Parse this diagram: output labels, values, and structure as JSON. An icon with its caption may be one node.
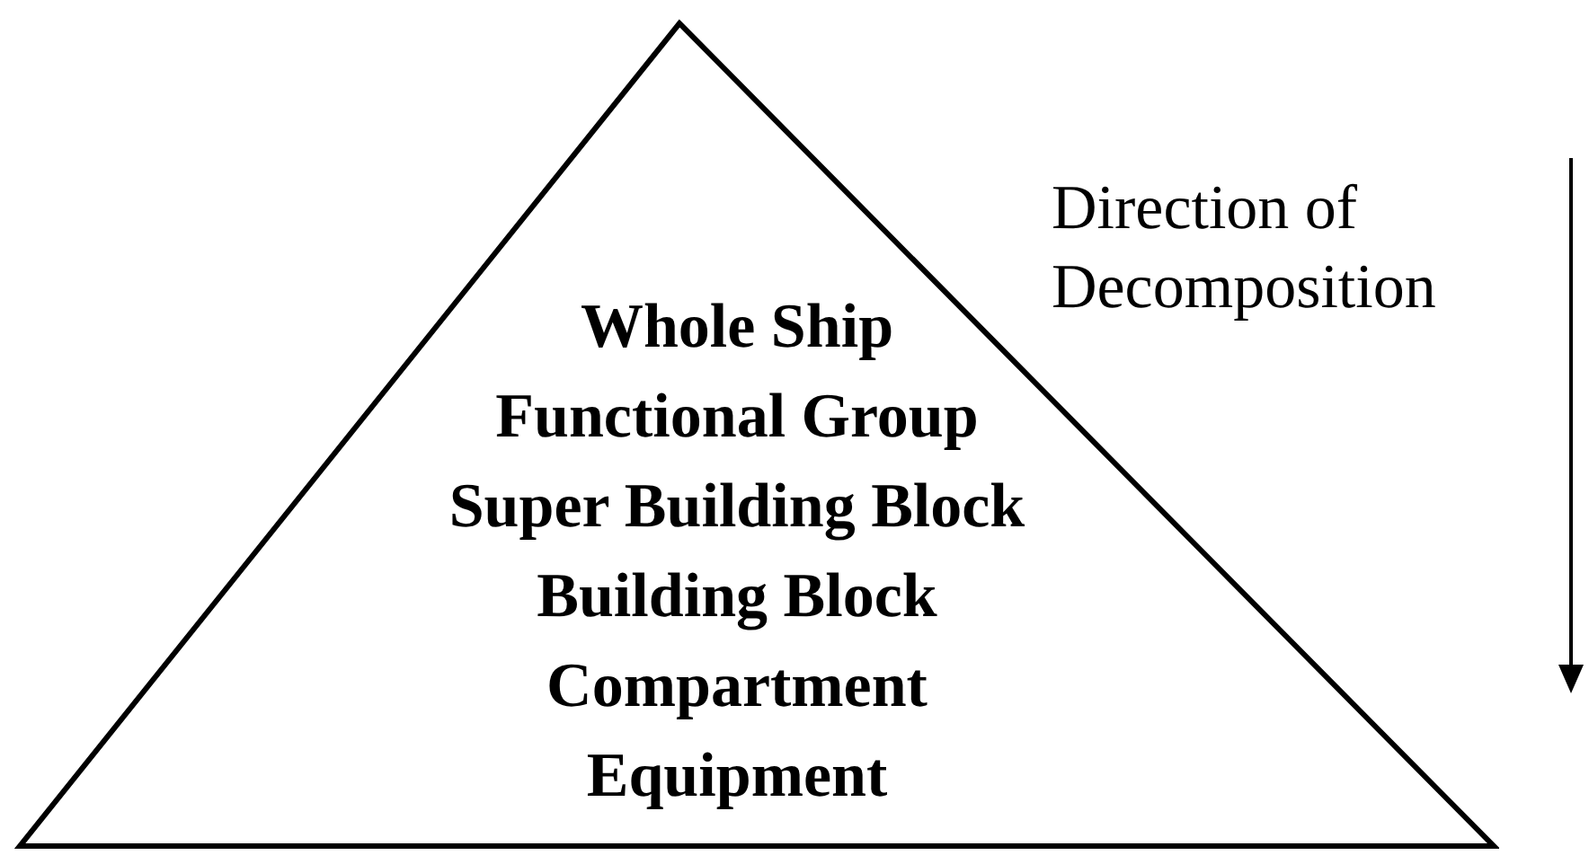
{
  "diagram": {
    "nodes": [
      {
        "text": [
          "Whole Ship",
          "Functional Group",
          "Super Building Block",
          "Building Block",
          "Compartment",
          "Equipment"
        ]
      }
    ],
    "edges": [],
    "labels": [
      "Direction of Decomposition"
    ]
  }
}
